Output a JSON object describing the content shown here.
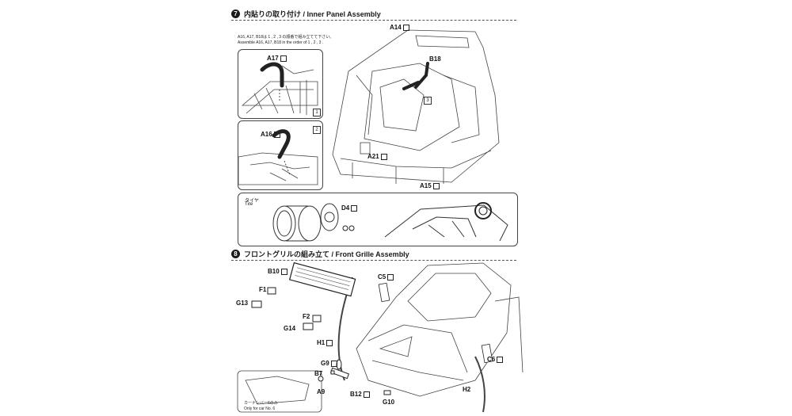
{
  "step7": {
    "number": "7",
    "title": "内貼りの取り付け / Inner Panel Assembly",
    "note_jp": "A16, A17, B18は 1 , 2 , 3 の順番で組み立てて下さい。",
    "note_en": "Assemble A16, A17, B18 in the order of 1 , 2 , 3 .",
    "labels": {
      "a17": "A17",
      "a16": "A16",
      "a14": "A14",
      "b18": "B18",
      "a21": "A21",
      "a15": "A15",
      "d4": "D4",
      "tire_jp": "タイヤ",
      "tire_en": "Tire",
      "box1": "1",
      "box2": "2",
      "box3": "3"
    }
  },
  "step8": {
    "number": "8",
    "title": "フロントグリルの組み立て / Front Grille Assembly",
    "labels": {
      "b10": "B10",
      "f1": "F1",
      "g13": "G13",
      "f2": "F2",
      "g14": "G14",
      "h1": "H1",
      "g9": "G9",
      "b7": "B7",
      "a9": "A9",
      "b12": "B12",
      "g10": "G10",
      "c5": "C5",
      "c6": "C6",
      "h2": "H2"
    },
    "inset_note_jp": "カーナンバー6のみ",
    "inset_note_en": "Only for car No. 6"
  }
}
